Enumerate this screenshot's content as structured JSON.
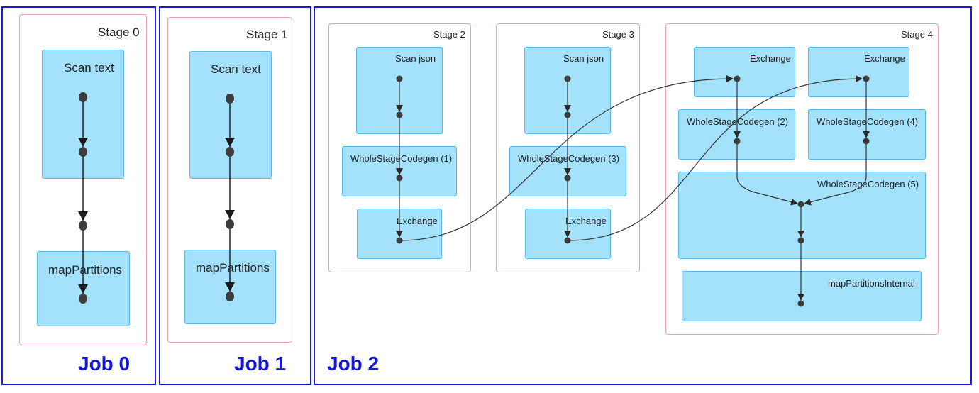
{
  "jobs": [
    "Job 0",
    "Job 1",
    "Job 2"
  ],
  "stages": [
    "Stage 0",
    "Stage 1",
    "Stage 2",
    "Stage 3",
    "Stage 4"
  ],
  "ops": {
    "s0_scan": "Scan text",
    "s0_map": "mapPartitions",
    "s1_scan": "Scan text",
    "s1_map": "mapPartitions",
    "s2_scan": "Scan json",
    "s2_wsc": "WholeStageCodegen (1)",
    "s2_exch": "Exchange",
    "s3_scan": "Scan json",
    "s3_wsc": "WholeStageCodegen (3)",
    "s3_exch": "Exchange",
    "s4_exch_a": "Exchange",
    "s4_exch_b": "Exchange",
    "s4_wsc2": "WholeStageCodegen (2)",
    "s4_wsc4": "WholeStageCodegen (4)",
    "s4_wsc5": "WholeStageCodegen (5)",
    "s4_mapint": "mapPartitionsInternal"
  }
}
